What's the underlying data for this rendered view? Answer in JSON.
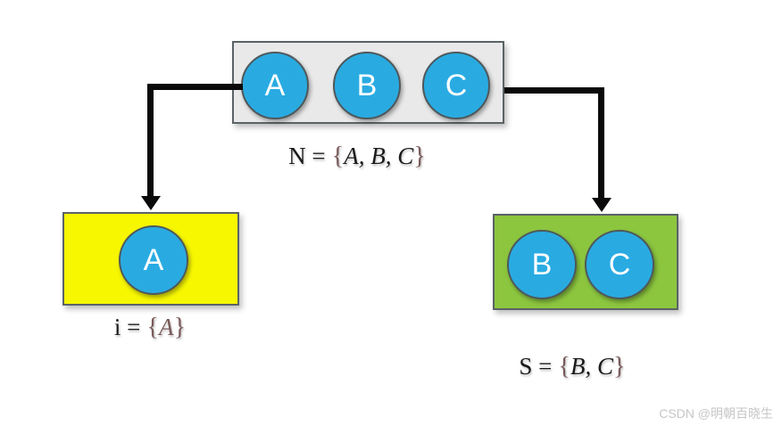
{
  "colors": {
    "circle_fill": "#29abe2",
    "circle_border": "#4e585c",
    "box_border": "#5a6365",
    "n_box_fill": "#e9e9e9",
    "i_box_fill": "#f7f700",
    "s_box_fill": "#8cc63f",
    "brace": "#7a5a5a",
    "arrow": "#0a0a0a",
    "watermark": "#c6c6c6",
    "node_text": "#ffffff"
  },
  "sets": {
    "n": {
      "items": [
        "A",
        "B",
        "C"
      ]
    },
    "i": {
      "items": [
        "A"
      ]
    },
    "s": {
      "items": [
        "B",
        "C"
      ]
    }
  },
  "labels": {
    "n": {
      "prefix": "N =",
      "open": "{",
      "elements": "A, B, C",
      "close": "}"
    },
    "i": {
      "prefix": "i =",
      "open": "{",
      "elements": "A",
      "close": "}"
    },
    "s": {
      "prefix": "S =",
      "open": "{",
      "elements": "B, C",
      "close": "}"
    }
  },
  "watermark": {
    "text": "CSDN @明朝百晓生"
  }
}
